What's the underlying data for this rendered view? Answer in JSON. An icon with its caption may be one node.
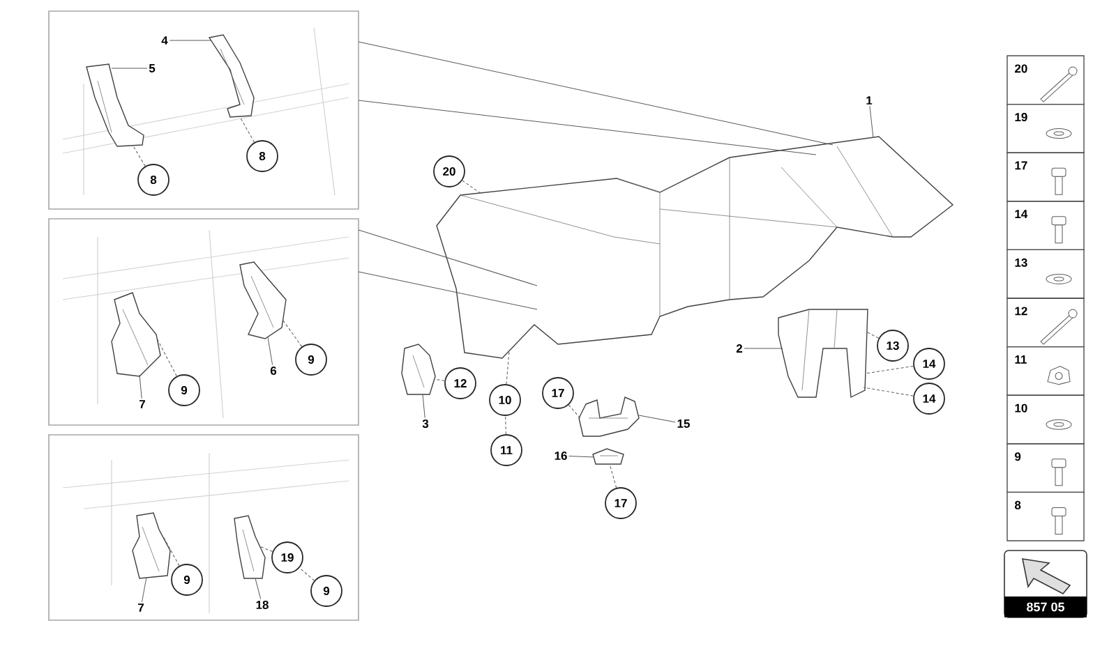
{
  "diagram": {
    "nodes": [
      {
        "text": [],
        "shape": "box"
      },
      {
        "text": [],
        "shape": "picture",
        "in": 0
      },
      {
        "text": [],
        "shape": "picture",
        "in": 0
      },
      {
        "text": [
          "4"
        ],
        "in": 0
      },
      {
        "text": [
          "5"
        ],
        "in": 0
      },
      {
        "text": [
          "8"
        ],
        "in": 0
      },
      {
        "text": [
          "8"
        ],
        "in": 0
      },
      {
        "text": [],
        "shape": "box"
      },
      {
        "text": [],
        "shape": "picture",
        "in": 7
      },
      {
        "text": [],
        "shape": "picture",
        "in": 7
      },
      {
        "text": [
          "7"
        ],
        "in": 7
      },
      {
        "text": [
          "6"
        ],
        "in": 7
      },
      {
        "text": [
          "9"
        ],
        "in": 7
      },
      {
        "text": [
          "9"
        ],
        "in": 7
      },
      {
        "text": [],
        "shape": "box"
      },
      {
        "text": [],
        "shape": "picture",
        "in": 14
      },
      {
        "text": [],
        "shape": "picture",
        "in": 14
      },
      {
        "text": [
          "7"
        ],
        "in": 14
      },
      {
        "text": [
          "18"
        ],
        "in": 14
      },
      {
        "text": [
          "9"
        ],
        "in": 14
      },
      {
        "text": [
          "19"
        ],
        "in": 14
      },
      {
        "text": [
          "9"
        ],
        "in": 14
      },
      {
        "text": [],
        "shape": "picture"
      },
      {
        "text": [
          "1"
        ]
      },
      {
        "text": [
          "20"
        ]
      },
      {
        "text": [],
        "shape": "picture"
      },
      {
        "text": [
          "3"
        ]
      },
      {
        "text": [
          "12"
        ]
      },
      {
        "text": [
          "10"
        ]
      },
      {
        "text": [
          "11"
        ]
      },
      {
        "text": [
          "17"
        ]
      },
      {
        "text": [
          "15"
        ]
      },
      {
        "text": [],
        "shape": "picture"
      },
      {
        "text": [
          "16"
        ]
      },
      {
        "text": [],
        "shape": "picture"
      },
      {
        "text": [
          "17"
        ]
      },
      {
        "text": [
          "2"
        ]
      },
      {
        "text": [],
        "shape": "picture"
      },
      {
        "text": [
          "13"
        ]
      },
      {
        "text": [
          "14"
        ]
      },
      {
        "text": [
          "14"
        ]
      }
    ],
    "edges": [
      {
        "from": 3,
        "to": 2,
        "arrow": "none"
      },
      {
        "from": 4,
        "to": 1,
        "arrow": "none"
      },
      {
        "from": 5,
        "to": 1,
        "arrow": "none",
        "style": "dashed"
      },
      {
        "from": 6,
        "to": 2,
        "arrow": "none",
        "style": "dashed"
      },
      {
        "from": 10,
        "to": 8,
        "arrow": "none"
      },
      {
        "from": 11,
        "to": 9,
        "arrow": "none"
      },
      {
        "from": 12,
        "to": 8,
        "arrow": "none",
        "style": "dashed"
      },
      {
        "from": 13,
        "to": 9,
        "arrow": "none",
        "style": "dashed"
      },
      {
        "from": 17,
        "to": 15,
        "arrow": "none"
      },
      {
        "from": 18,
        "to": 16,
        "arrow": "none"
      },
      {
        "from": 19,
        "to": 15,
        "arrow": "none",
        "style": "dashed"
      },
      {
        "from": 20,
        "to": 16,
        "arrow": "none",
        "style": "dashed"
      },
      {
        "from": 21,
        "to": 20,
        "arrow": "none",
        "style": "dashed"
      },
      {
        "from": 23,
        "to": 22,
        "arrow": "none"
      },
      {
        "from": 24,
        "to": 22,
        "arrow": "none",
        "style": "dashed"
      },
      {
        "from": 26,
        "to": 25,
        "arrow": "none"
      },
      {
        "from": 27,
        "to": 25,
        "arrow": "none",
        "style": "dashed"
      },
      {
        "from": 28,
        "to": 22,
        "arrow": "none",
        "style": "dashed"
      },
      {
        "from": 29,
        "to": 28,
        "arrow": "none",
        "style": "dashed"
      },
      {
        "from": 30,
        "to": 32,
        "arrow": "none",
        "style": "dashed"
      },
      {
        "from": 31,
        "to": 32,
        "arrow": "none"
      },
      {
        "from": 33,
        "to": 34,
        "arrow": "none"
      },
      {
        "from": 35,
        "to": 34,
        "arrow": "none",
        "style": "dashed"
      },
      {
        "from": 36,
        "to": 37,
        "arrow": "none"
      },
      {
        "from": 38,
        "to": 37,
        "arrow": "none",
        "style": "dashed"
      },
      {
        "from": 39,
        "to": 37,
        "arrow": "none",
        "style": "dashed"
      },
      {
        "from": 40,
        "to": 37,
        "arrow": "none",
        "style": "dashed"
      },
      {
        "from": 0,
        "to": 22,
        "arrow": "none"
      },
      {
        "from": 0,
        "to": 22,
        "arrow": "none"
      },
      {
        "from": 7,
        "to": 22,
        "arrow": "none"
      },
      {
        "from": 7,
        "to": 22,
        "arrow": "none"
      }
    ],
    "labels": [
      "20",
      "19",
      "17",
      "14",
      "13",
      "12",
      "11",
      "10",
      "9",
      "8",
      "857 05"
    ]
  }
}
